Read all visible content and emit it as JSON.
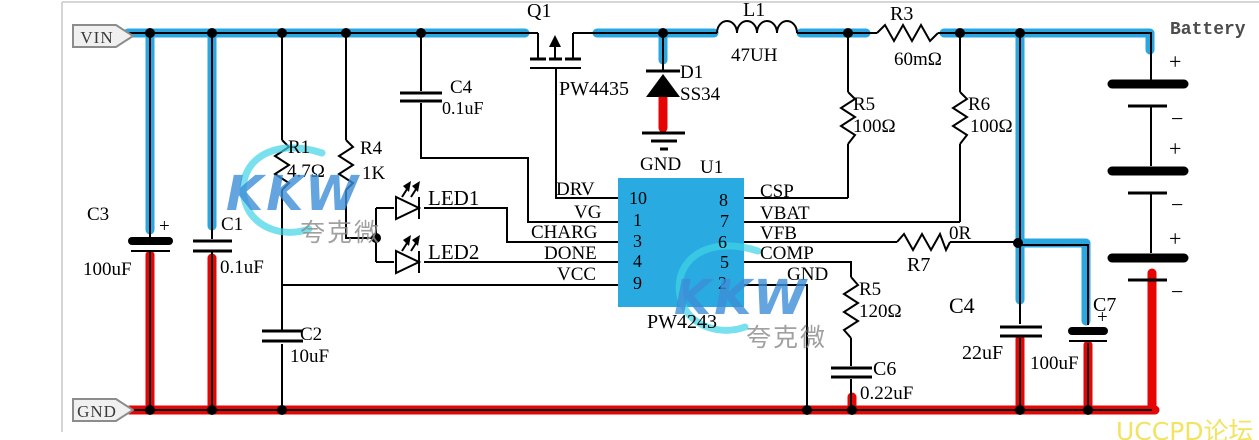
{
  "colors": {
    "wire_blue": "#2aa6e0",
    "wire_red": "#e60505",
    "chip_fill": "#29abe2",
    "tag_fill": "#f0f0f0",
    "tag_border": "#8c8c8c",
    "tag_text": "#3a3a3a",
    "wm_blue": "#3e8ed8",
    "wm_cyan": "#3fd4e6",
    "wm_gray": "#909090",
    "uccpd_yellow": "#f2e360",
    "battery_text": "#4c4c4c"
  },
  "tags": {
    "vin": "VIN",
    "gnd": "GND"
  },
  "u1": {
    "ref": "U1",
    "part": "PW4243",
    "left_pins": [
      {
        "num": "10",
        "name": "DRV"
      },
      {
        "num": "1",
        "name": "VG"
      },
      {
        "num": "3",
        "name": "CHARG"
      },
      {
        "num": "4",
        "name": "DONE"
      },
      {
        "num": "9",
        "name": "VCC"
      }
    ],
    "right_pins": [
      {
        "num": "8",
        "name": "CSP"
      },
      {
        "num": "7",
        "name": "VBAT"
      },
      {
        "num": "6",
        "name": "VFB"
      },
      {
        "num": "5",
        "name": "COMP"
      },
      {
        "num": "2",
        "name": "GND"
      }
    ]
  },
  "components": {
    "q1": {
      "ref": "Q1",
      "part": "PW4435"
    },
    "l1": {
      "ref": "L1",
      "value": "47UH"
    },
    "r3": {
      "ref": "R3",
      "value": "60mΩ"
    },
    "d1": {
      "ref": "D1",
      "part": "SS34",
      "ground_label": "GND"
    },
    "r5_top": {
      "ref": "R5",
      "value": "100Ω"
    },
    "r6": {
      "ref": "R6",
      "value": "100Ω"
    },
    "r1": {
      "ref": "R1",
      "value": "4.7Ω"
    },
    "r4": {
      "ref": "R4",
      "value": "1K"
    },
    "c4_input": {
      "ref": "C4",
      "value": "0.1uF"
    },
    "led1": {
      "ref": "LED1"
    },
    "led2": {
      "ref": "LED2"
    },
    "c3": {
      "ref": "C3",
      "value": "100uF",
      "polarity": "+"
    },
    "c1": {
      "ref": "C1",
      "value": "0.1uF"
    },
    "c2": {
      "ref": "C2",
      "value": "10uF"
    },
    "r7": {
      "ref": "R7",
      "value": "0R"
    },
    "r5_bottom": {
      "ref": "R5",
      "value": "120Ω"
    },
    "c6": {
      "ref": "C6",
      "value": "0.22uF"
    },
    "c4_output": {
      "ref": "C4",
      "value": "22uF"
    },
    "c7": {
      "ref": "C7",
      "value": "100uF",
      "polarity": "+"
    },
    "battery": {
      "label": "Battery",
      "plus": "+",
      "minus": "−",
      "cells": 3
    }
  },
  "watermarks": {
    "kkw": "KKW",
    "brand_cn": "夸克微",
    "forum": "UCCPD论坛"
  }
}
